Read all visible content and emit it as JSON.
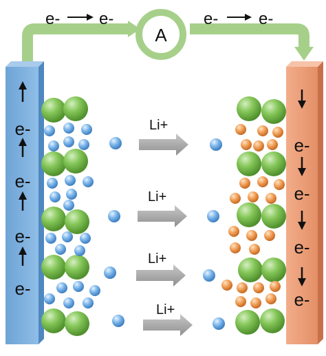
{
  "circuit": {
    "electron_left_a": "e-",
    "electron_left_b": "e-",
    "electron_right_a": "e-",
    "electron_right_b": "e-",
    "ammeter_label": "A"
  },
  "left_electrode": {
    "labels": [
      "e-",
      "e-",
      "e-",
      "e-"
    ],
    "arrow_direction": "up",
    "color": "#7aaedc"
  },
  "right_electrode": {
    "labels": [
      "e-",
      "e-",
      "e-",
      "e-"
    ],
    "arrow_direction": "down",
    "color": "#f0a07c"
  },
  "ion_flow": {
    "labels": [
      "Li+",
      "Li+",
      "Li+",
      "Li+"
    ],
    "arrow_direction": "right"
  },
  "colors": {
    "wire": "#a6d08a",
    "graphite_particle": "#7cc14f",
    "lithium_ion": "#74aee8",
    "cathode_particle": "#f2a15a",
    "arrow": "#a9a9a9"
  }
}
